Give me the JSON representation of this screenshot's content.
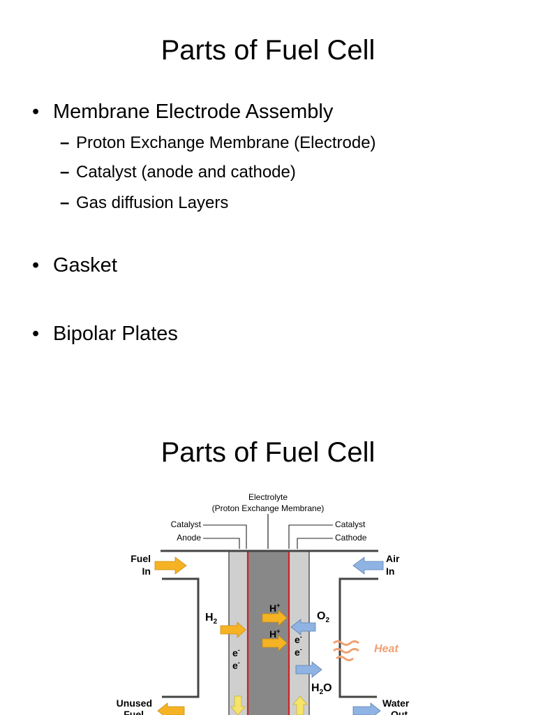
{
  "slide1": {
    "title": "Parts of Fuel Cell",
    "bullets": [
      {
        "text": "Membrane Electrode Assembly",
        "subs": [
          "Proton Exchange Membrane (Electrode)",
          "Catalyst (anode and cathode)",
          "Gas diffusion Layers"
        ]
      },
      {
        "text": "Gasket"
      },
      {
        "text": "Bipolar Plates"
      }
    ]
  },
  "slide2": {
    "title": "Parts of Fuel Cell",
    "diagram": {
      "electrolyte_label": "Electrolyte",
      "membrane_label": "(Proton Exchange Membrane)",
      "catalyst_left": "Catalyst",
      "anode": "Anode",
      "catalyst_right": "Catalyst",
      "cathode": "Cathode",
      "fuel_in_1": "Fuel",
      "fuel_in_2": "In",
      "air_in_1": "Air",
      "air_in_2": "In",
      "h2_main": "H",
      "h2_sub": "2",
      "o2_main": "O",
      "o2_sub": "2",
      "h_plus_main": "H",
      "h_plus_sup": "+",
      "e_main": "e",
      "e_sup": "-",
      "heat": "Heat",
      "h2o_h": "H",
      "h2o_sub": "2",
      "h2o_o": "O",
      "unused_1": "Unused",
      "unused_2": "Fuel",
      "water_1": "Water",
      "water_2": "Out"
    },
    "colors": {
      "fuel_arrow": "#f5b324",
      "air_arrow": "#8fb4e3",
      "heat": "#f0a070",
      "membrane": "#888888",
      "electrode": "#cfcfcf",
      "catalyst_line": "#d42020"
    }
  }
}
